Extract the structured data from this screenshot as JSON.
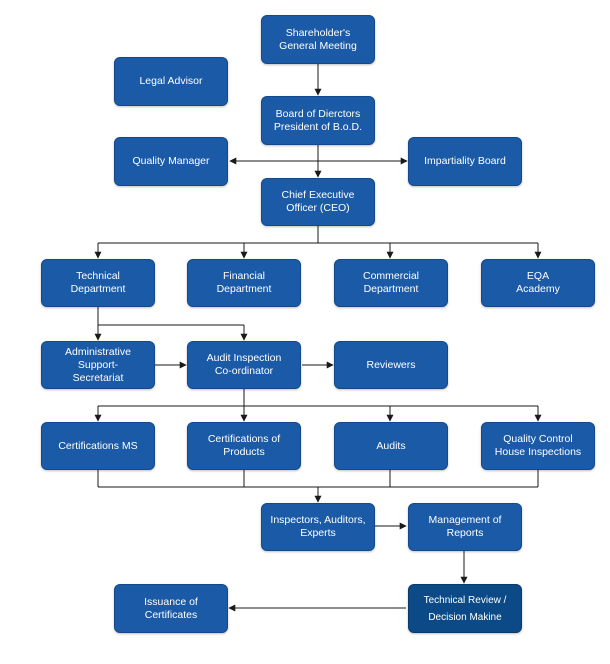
{
  "nodes": {
    "shareholders": "Shareholder's\nGeneral Meeting",
    "legal": "Legal Advisor",
    "board": "Board of Dierctors\nPresident of B.o.D.",
    "quality": "Quality Manager",
    "impartiality": "Impartiality Board",
    "ceo": "Chief Executive\nOfficer (CEO)",
    "technical": "Technical\nDepartment",
    "financial": "Financial\nDepartment",
    "commercial": "Commercial\nDepartment",
    "eqa": "EQA\nAcademy",
    "admin": "Administrative Support-\nSecretariat",
    "audit_coord": "Audit Inspection\nCo-ordinator",
    "reviewers": "Reviewers",
    "cert_ms": "Certifications MS",
    "cert_products": "Certifications of\nProducts",
    "audits": "Audits",
    "qc_house": "Quality Control\nHouse Inspections",
    "inspectors": "Inspectors, Auditors,\nExperts",
    "management": "Management of\nReports",
    "tech_review": "Technical Review /\nDecision Makine",
    "issuance": "Issuance of\nCertificates"
  },
  "colors": {
    "box": "#1b5aa6",
    "box_dark": "#0b4a86",
    "line": "#1a1a1a",
    "text": "#ffffff"
  }
}
